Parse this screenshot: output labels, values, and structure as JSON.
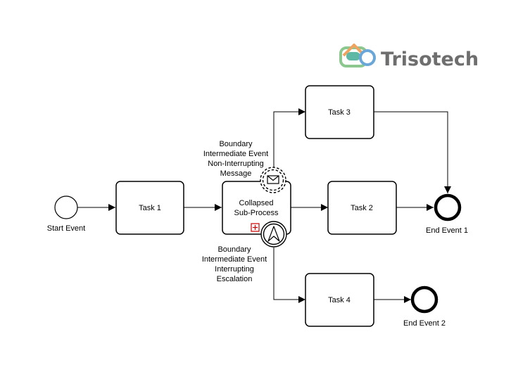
{
  "logo": {
    "text": "Trisotech",
    "colors": {
      "teal": "#5fb7a5",
      "orange": "#f0a35e",
      "blue": "#6aa7d8",
      "green": "#8bc78f",
      "text": "#6e6e6e"
    }
  },
  "nodes": {
    "start_event": {
      "label": "Start Event"
    },
    "task1": {
      "label": "Task 1"
    },
    "subprocess": {
      "label_line1": "Collapsed",
      "label_line2": "Sub-Process",
      "marker": "plus-icon"
    },
    "task2": {
      "label": "Task 2"
    },
    "task3": {
      "label": "Task 3"
    },
    "task4": {
      "label": "Task 4"
    },
    "end_event_1": {
      "label": "End Event 1"
    },
    "end_event_2": {
      "label": "End Event 2"
    }
  },
  "boundary_message": {
    "label_lines": [
      "Boundary",
      "Intermediate Event",
      "Non-Interrupting",
      "Message"
    ],
    "icon": "envelope-icon"
  },
  "boundary_escalation": {
    "label_lines": [
      "Boundary",
      "Intermediate Event",
      "Interrupting",
      "Escalation"
    ],
    "icon": "escalation-icon"
  },
  "colors": {
    "stroke": "#000000",
    "marker": "#cc0000"
  }
}
